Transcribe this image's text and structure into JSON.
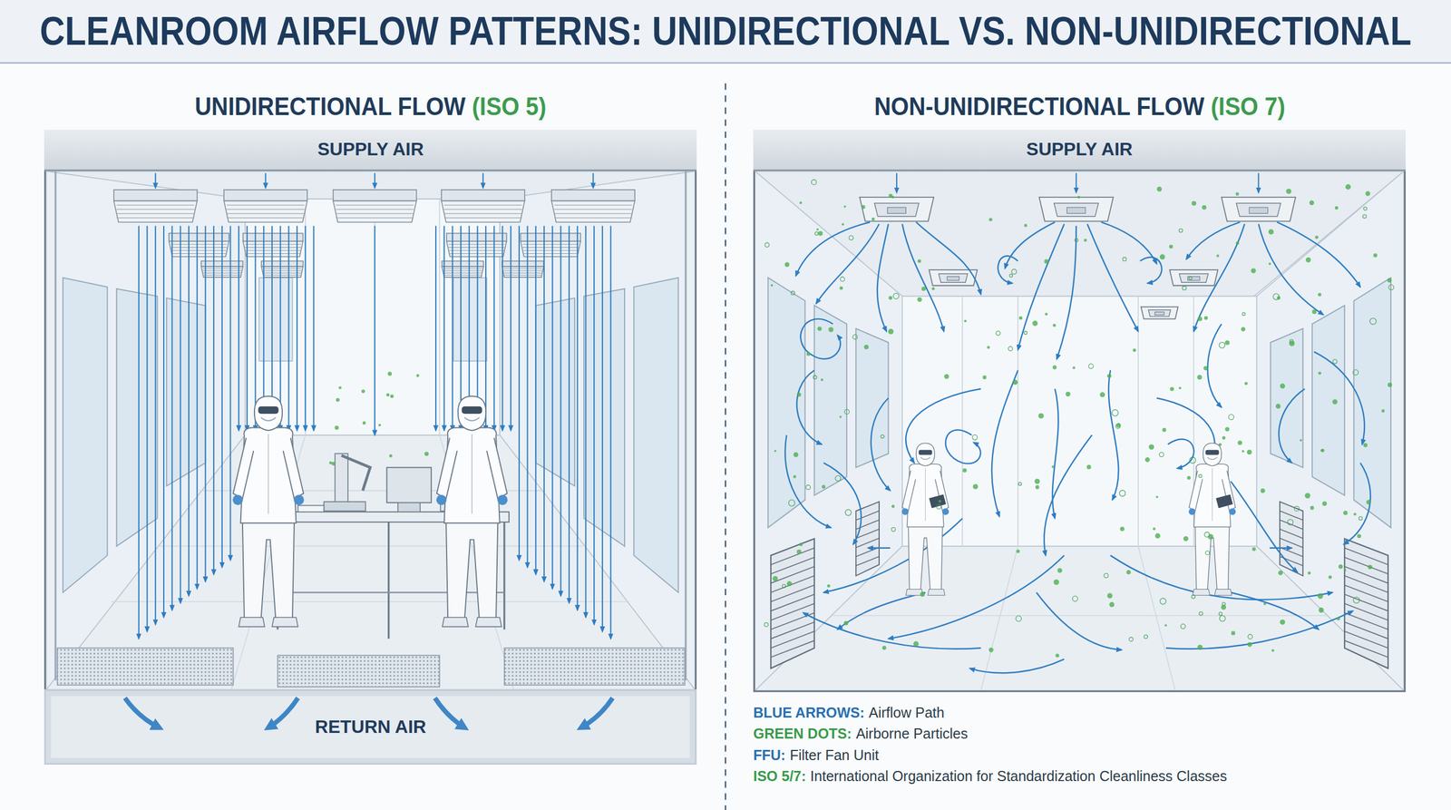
{
  "diagram": {
    "title": "CLEANROOM AIRFLOW PATTERNS: UNIDIRECTIONAL VS. NON-UNIDIRECTIONAL",
    "nodes": [
      {
        "text": [
          "UNIDIRECTIONAL FLOW",
          "(ISO 5)"
        ]
      },
      {
        "text": [
          "SUPPLY AIR"
        ],
        "in": 0
      },
      {
        "text": [
          "RETURN AIR"
        ],
        "in": 0
      },
      {
        "text": [
          "NON-UNIDIRECTIONAL FLOW",
          "(ISO 7)"
        ]
      },
      {
        "text": [
          "SUPPLY AIR"
        ],
        "in": 3
      }
    ],
    "labels": [
      "BLUE ARROWS:",
      "Airflow Path",
      "GREEN DOTS:",
      "Airborne Particles",
      "FFU:",
      "Filter Fan Unit",
      "ISO 5/7:",
      "International Organization for Standardization Cleanliness Classes"
    ]
  }
}
